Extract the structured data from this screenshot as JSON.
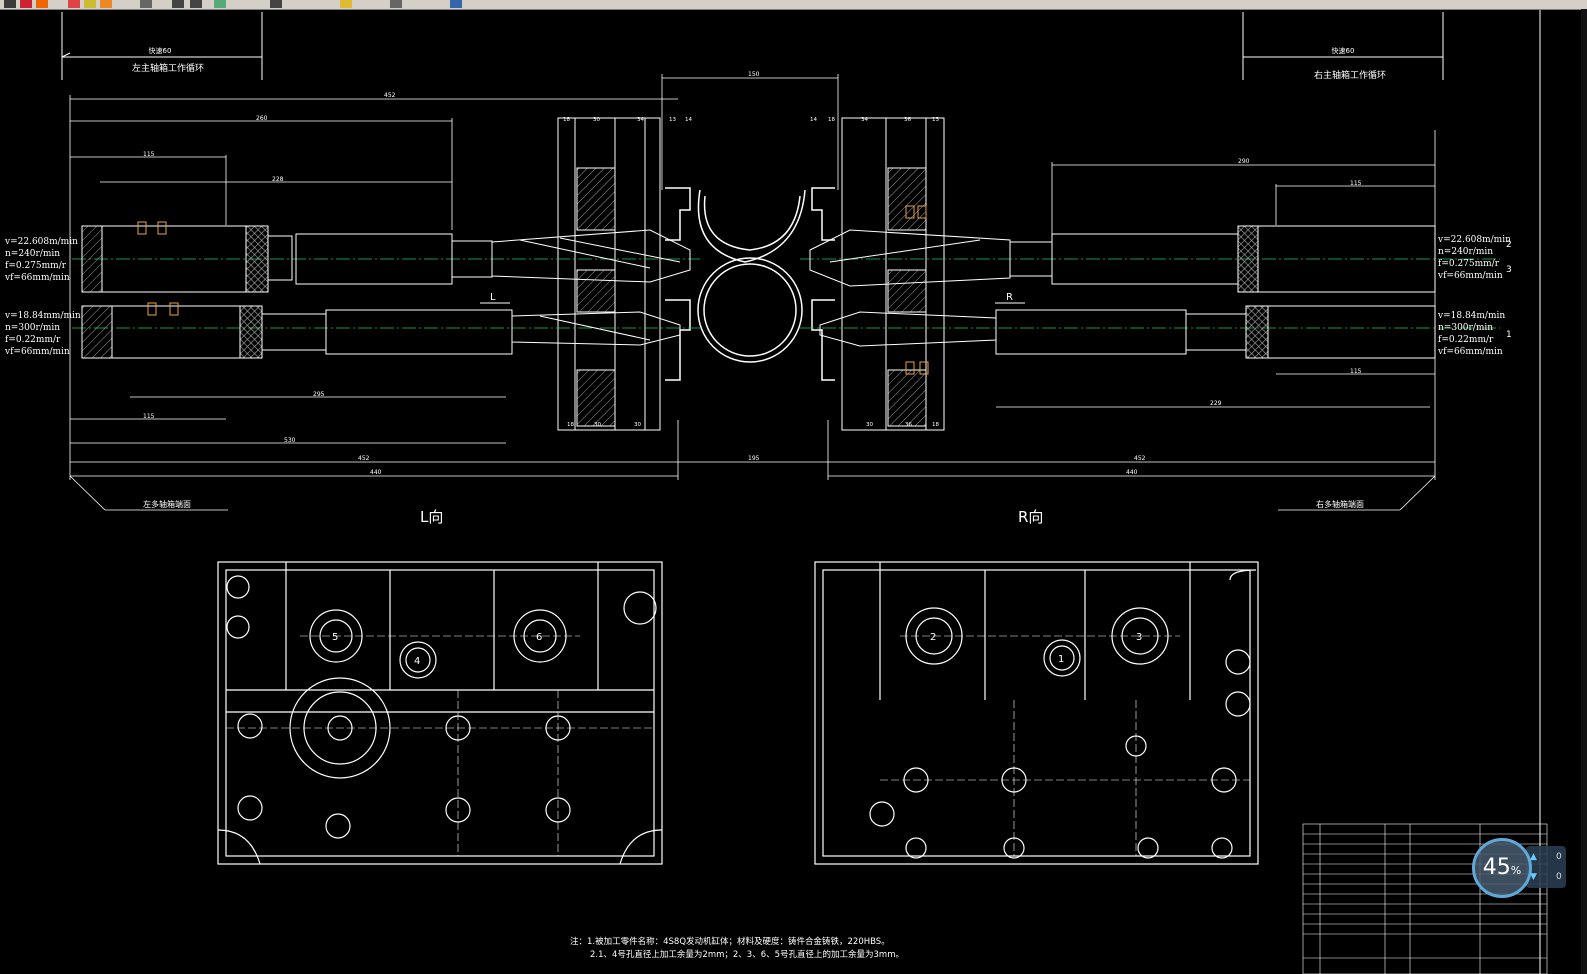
{
  "window": {
    "title": ""
  },
  "toolbar": {
    "icons": [
      "new-icon",
      "open-icon",
      "save-icon",
      "print-icon",
      "cut-icon",
      "copy-icon",
      "paste-icon",
      "undo-icon",
      "redo-icon",
      "zoom-icon",
      "pan-icon",
      "properties-icon",
      "layer-icon",
      "help-icon"
    ]
  },
  "drawing": {
    "top_left": {
      "small_label": "快速60",
      "label": "左主轴箱工作循环"
    },
    "top_right": {
      "small_label": "快速60",
      "label": "右主轴箱工作循环"
    },
    "dims": {
      "d_452": "452",
      "d_260": "260",
      "d_115a": "115",
      "d_228": "228",
      "d_150": "150",
      "d_290": "290",
      "d_115b": "115",
      "d_115c": "115",
      "d_295": "295",
      "d_115d": "115",
      "d_530": "530",
      "d_452b": "452",
      "d_195": "195",
      "d_452c": "452",
      "d_440a": "440",
      "d_440b": "440",
      "d_229": "229",
      "d_18": "18",
      "d_30": "30",
      "d_34": "34",
      "d_13": "13",
      "d_14": "14",
      "d_36": "36"
    },
    "left_params_top": [
      "v=22.608m/min",
      "n=240r/min",
      "f=0.275mm/r",
      "vf=66mm/min"
    ],
    "left_params_bot": [
      "v=18.84mm/min",
      "n=300r/min",
      "f=0.22mm/r",
      "vf=66mm/min"
    ],
    "right_params_top": [
      "v=22.608m/min",
      "n=240r/min",
      "f=0.275mm/r",
      "vf=66mm/min"
    ],
    "right_params_bot": [
      "v=18.84m/min",
      "n=300r/min",
      "f=0.22mm/r",
      "vf=66mm/min"
    ],
    "right_tags": [
      "2",
      "3",
      "1"
    ],
    "view_marks": {
      "L": "L",
      "R": "R"
    },
    "bottom_left_label": "左多轴箱端面",
    "bottom_right_label": "右多轴箱端面",
    "view_L_title": "L向",
    "view_R_title": "R向",
    "hole_nums_L": [
      "5",
      "4",
      "6"
    ],
    "hole_nums_R": [
      "2",
      "1",
      "3"
    ],
    "notes": [
      "注：1.被加工零件名称：4S8Q发动机缸体；材料及硬度：铸件合金铸铁，220HBS。",
      "2.1、4号孔直径上加工余量为2mm；2、3、6、5号孔直径上的加工余量为3mm。"
    ]
  },
  "zoom": {
    "percent": "45",
    "unit": "%",
    "up_val": "0",
    "down_val": "0"
  }
}
